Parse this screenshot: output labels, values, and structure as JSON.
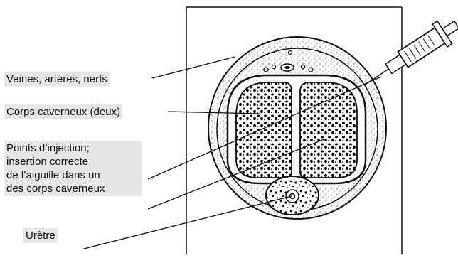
{
  "labels": {
    "veins": "Veines, artères, nerfs",
    "corpora": "Corps caverneux (deux)",
    "injection": [
      "Points d’injection;",
      "insertion correcte",
      "de l’aiguille dans un",
      "des corps caverneux"
    ],
    "urethra": "Urètre"
  },
  "colors": {
    "line": "#111111",
    "label_bg": "#e6e6e6",
    "tissue": "#000000"
  }
}
